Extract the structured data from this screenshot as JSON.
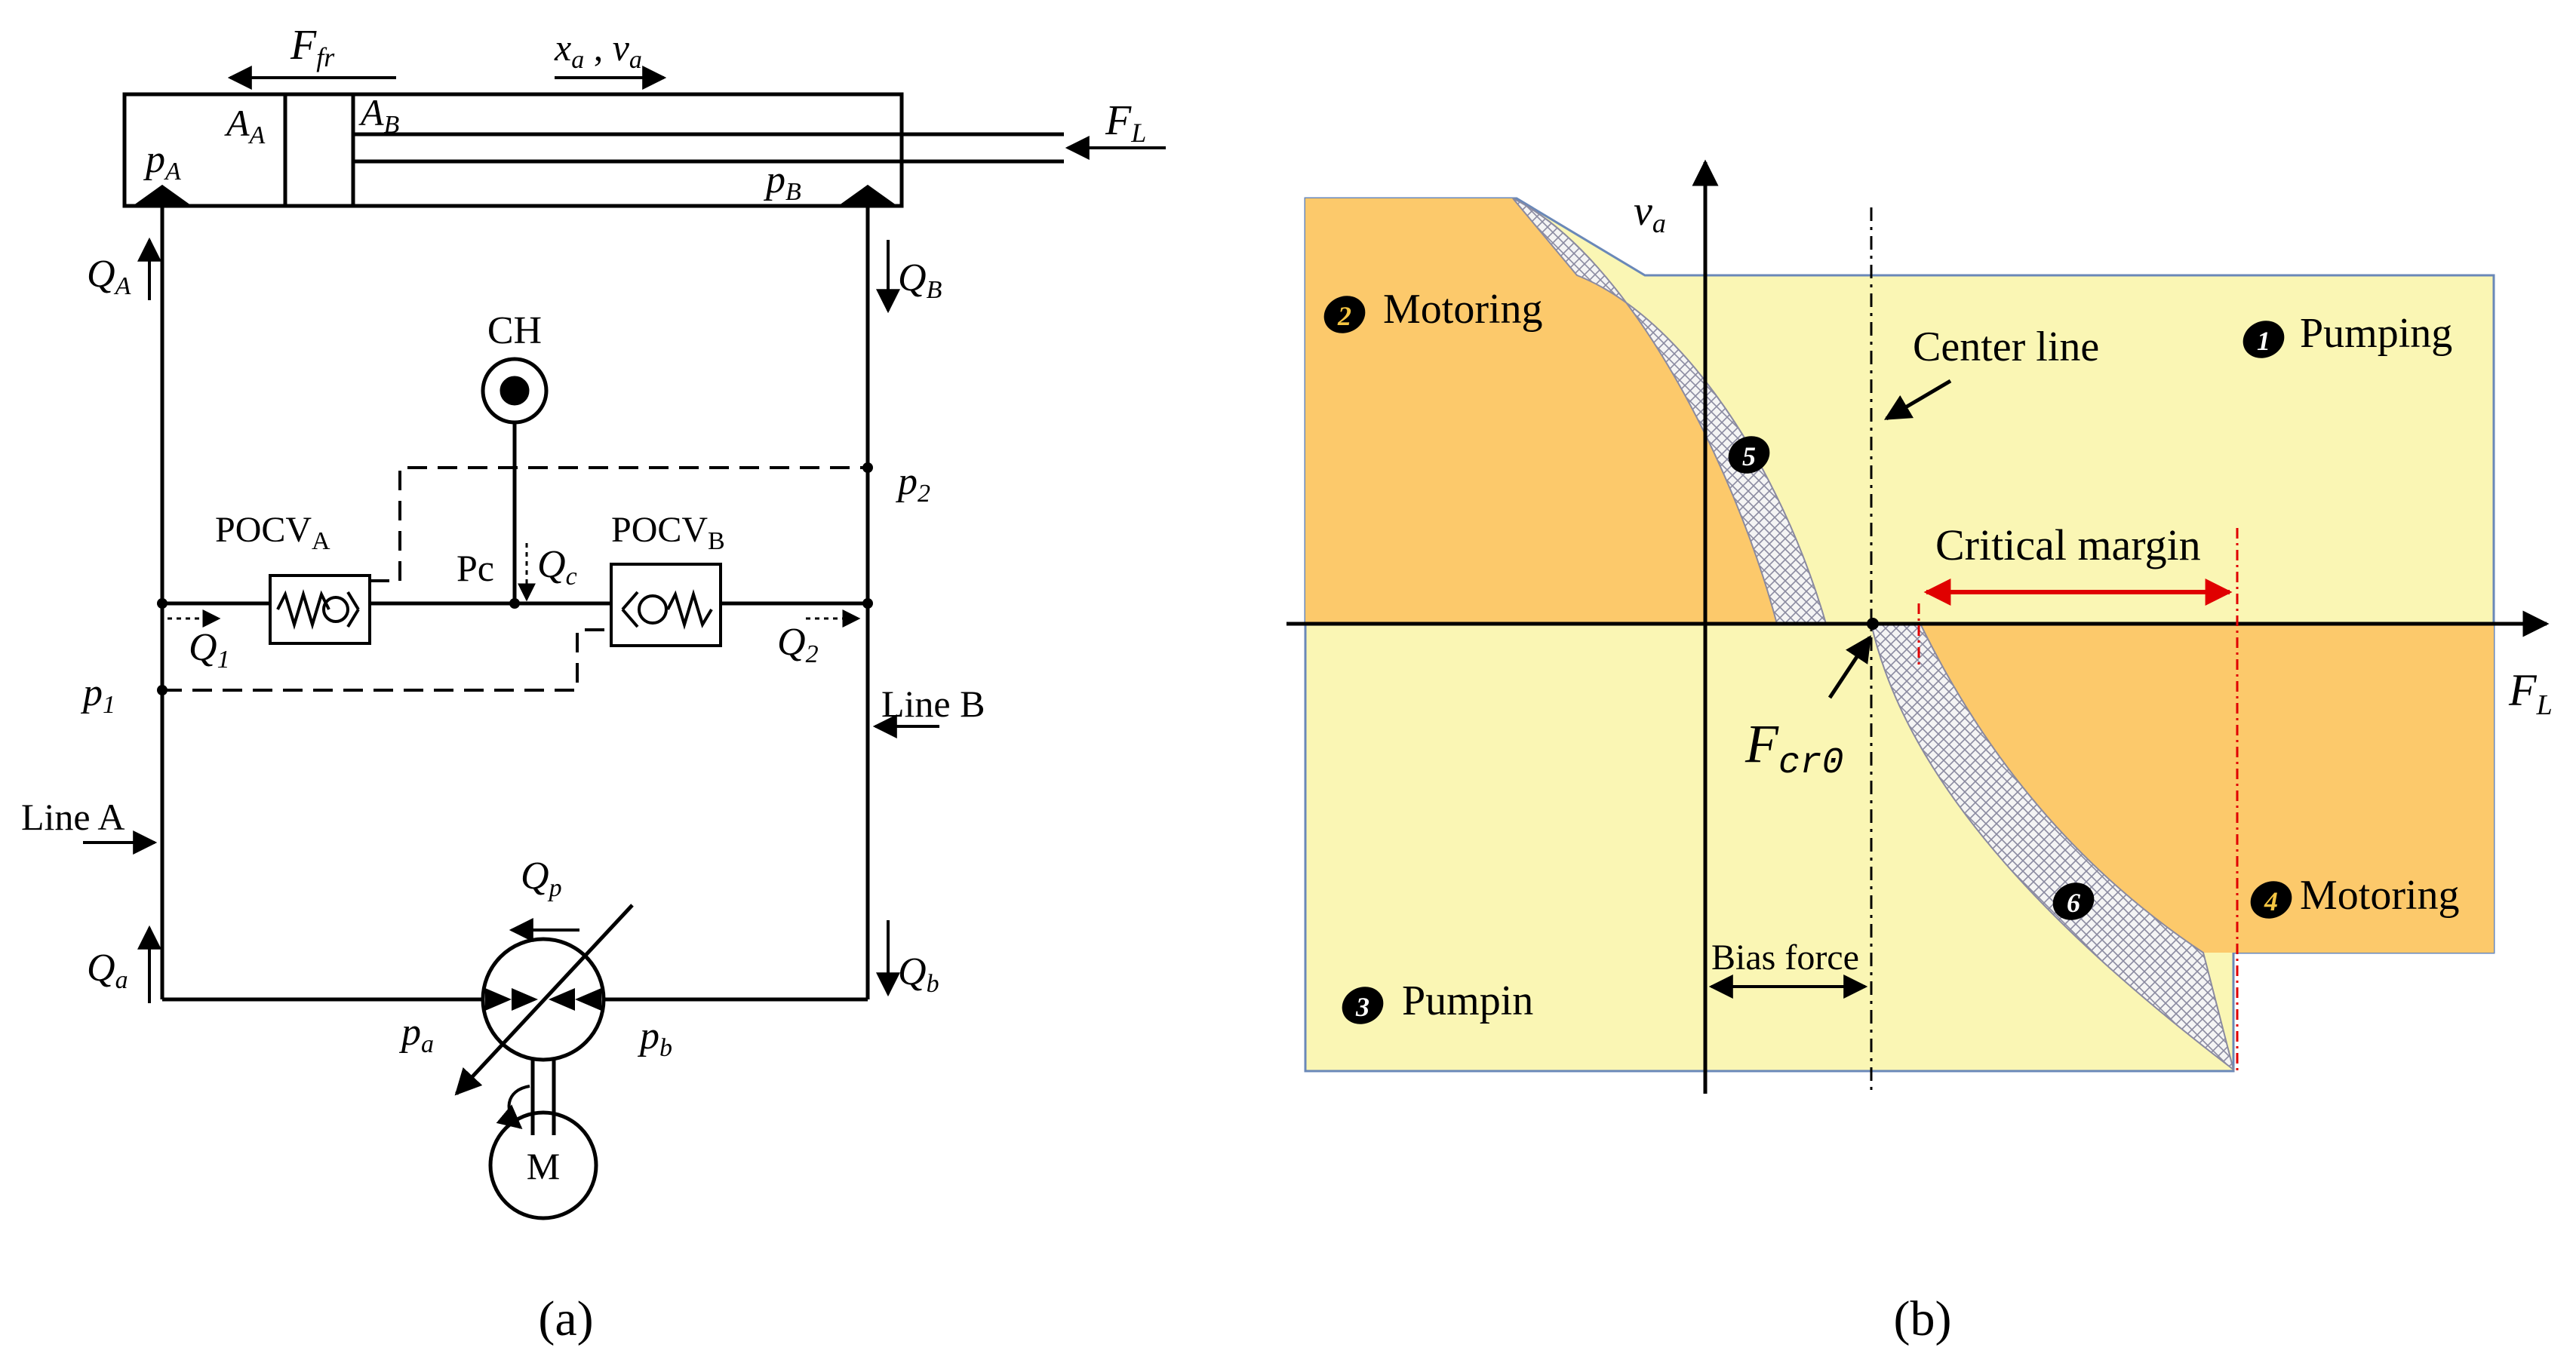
{
  "circuit": {
    "cylinder": {
      "friction_force": "F",
      "friction_force_sub": "fr",
      "displacement_velocity": "x",
      "disp_sub": "a",
      "disp_sep": " , ",
      "vel": "v",
      "vel_sub": "a",
      "area_a": "A",
      "area_a_sub": "A",
      "area_b": "A",
      "area_b_sub": "B",
      "load_force": "F",
      "load_force_sub": "L",
      "pressure_a": "p",
      "pressure_a_sub": "A",
      "pressure_b": "p",
      "pressure_b_sub": "B"
    },
    "flows": {
      "QA": "Q",
      "QA_sub": "A",
      "QB": "Q",
      "QB_sub": "B",
      "Q1": "Q",
      "Q1_sub": "1",
      "Q2": "Q",
      "Q2_sub": "2",
      "Qc": "Q",
      "Qc_sub": "c",
      "Qa": "Q",
      "Qa_sub": "a",
      "Qb": "Q",
      "Qb_sub": "b",
      "Qp": "Q",
      "Qp_sub": "p"
    },
    "pressures": {
      "p1": "p",
      "p1_sub": "1",
      "p2": "p",
      "p2_sub": "2",
      "pa": "p",
      "pa_sub": "a",
      "pb": "p",
      "pb_sub": "b",
      "pc": "Pc"
    },
    "components": {
      "charge": "CH",
      "pocv_a": "POCV",
      "pocv_a_sub": "A",
      "pocv_b": "POCV",
      "pocv_b_sub": "B",
      "motor": "M"
    },
    "lines": {
      "line_a": "Line A",
      "line_b": "Line B"
    },
    "caption": "(a)"
  },
  "quadrant_plot": {
    "y_axis": "v",
    "y_axis_sub": "a",
    "x_axis": "F",
    "x_axis_sub": "L",
    "regions": [
      {
        "num": "1",
        "label": "Pumping"
      },
      {
        "num": "2",
        "label": "Motoring"
      },
      {
        "num": "3",
        "label": "Pumpin"
      },
      {
        "num": "4",
        "label": "Motoring"
      },
      {
        "num": "5",
        "label": ""
      },
      {
        "num": "6",
        "label": ""
      }
    ],
    "center_line": "Center line",
    "critical_margin": "Critical margin",
    "bias_force": "Bias force",
    "critical_force": "F",
    "critical_force_sub": "cr0",
    "caption": "(b)",
    "colors": {
      "background": "#faf6b4",
      "motoring": "#fcc96b",
      "hatch": "#8a8aa0",
      "margin": "#e00000"
    }
  }
}
